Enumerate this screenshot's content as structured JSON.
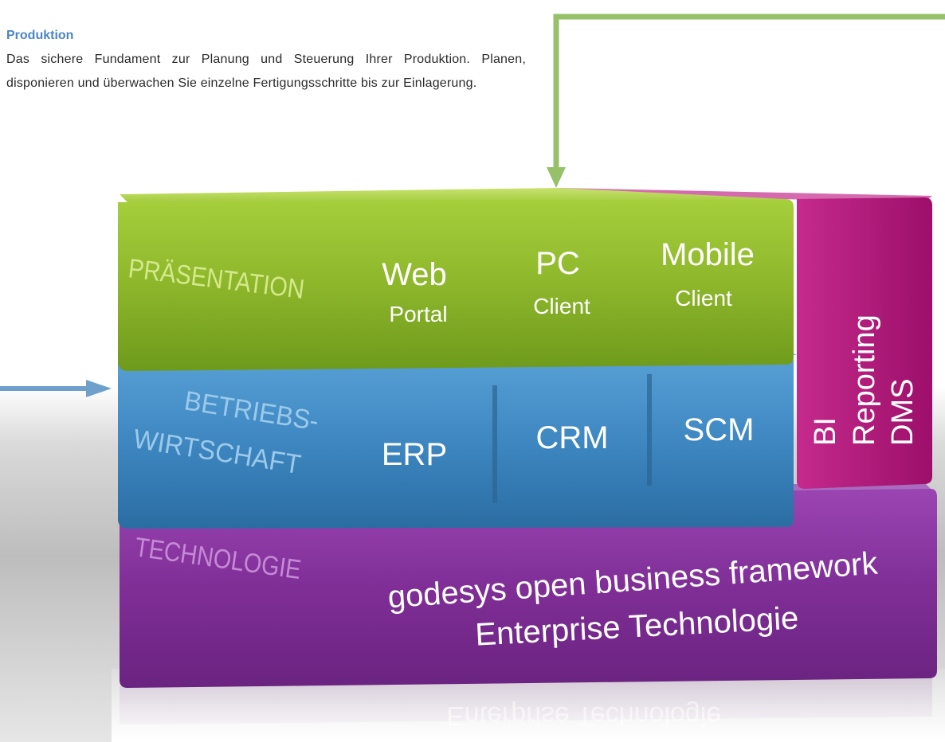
{
  "intro": {
    "title": "Produktion",
    "text": "Das sichere Fundament zur Planung und Steuerung Ihrer Produktion. Planen, disponieren und  überwachen Sie einzelne Fertigungsschritte bis zur Einlagerung."
  },
  "layers": {
    "presentation": {
      "label": "PRÄSENTATION",
      "items": [
        {
          "main": "Web",
          "sub": "Portal"
        },
        {
          "main": "PC",
          "sub": "Client"
        },
        {
          "main": "Mobile",
          "sub": "Client"
        }
      ]
    },
    "business": {
      "label_line1": "BETRIEBS-",
      "label_line2": "WIRTSCHAFT",
      "items": [
        "ERP",
        "CRM",
        "SCM"
      ]
    },
    "technology": {
      "label": "TECHNOLOGIE",
      "line1": "godesys open business framework",
      "line2": "Enterprise Technologie"
    },
    "side": {
      "items": [
        "BI",
        "Reporting",
        "DMS"
      ]
    }
  },
  "colors": {
    "green": "#8ab82c",
    "blue": "#3f88c2",
    "purple": "#7f2e96",
    "magenta": "#b4177d",
    "arrow_green": "#96c16a",
    "arrow_blue": "#6fa0cc",
    "intro_title": "#4a86c5"
  }
}
